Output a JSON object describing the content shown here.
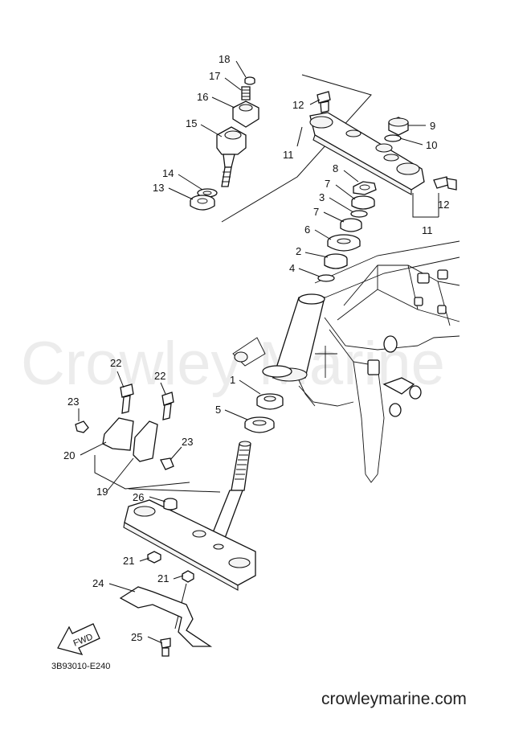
{
  "watermark": "Crowley Marine",
  "diagram_code": "3B93010-E240",
  "website": "crowleymarine.com",
  "fwd_label": "FWD",
  "callouts": {
    "c1": "1",
    "c2": "2",
    "c3": "3",
    "c4": "4",
    "c5": "5",
    "c6": "6",
    "c7a": "7",
    "c7b": "7",
    "c8": "8",
    "c9": "9",
    "c10": "10",
    "c11a": "11",
    "c11b": "11",
    "c12a": "12",
    "c12b": "12",
    "c13": "13",
    "c14": "14",
    "c15": "15",
    "c16": "16",
    "c17": "17",
    "c18": "18",
    "c19": "19",
    "c20": "20",
    "c21a": "21",
    "c21b": "21",
    "c22a": "22",
    "c22b": "22",
    "c23a": "23",
    "c23b": "23",
    "c24": "24",
    "c25": "25",
    "c26": "26"
  }
}
